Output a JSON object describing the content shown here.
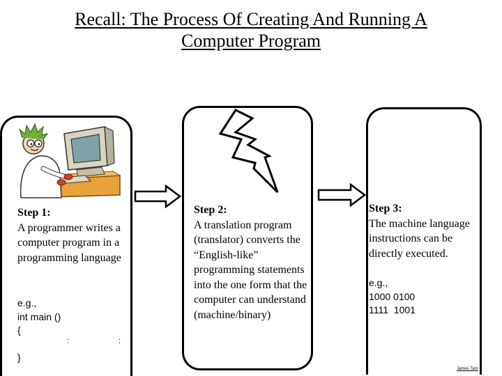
{
  "slide": {
    "title_line1": "Recall: The Process Of Creating And Running A",
    "title_line2": "Computer Program"
  },
  "steps": [
    {
      "head": "Step 1:",
      "body": "A programmer writes a computer program in a programming language",
      "code_label": "e.g.,",
      "code_lines": [
        "int main ()",
        "{",
        "}"
      ]
    },
    {
      "head": "Step 2:",
      "body": "A translation program (translator) converts the “English-like” programming statements into the one form that the computer can understand (machine/binary)"
    },
    {
      "head": "Step 3:",
      "body": "The machine language instructions can be directly executed.",
      "code_label": "e.g.,",
      "code_lines": [
        "1000 0100",
        "1111  1001"
      ]
    }
  ],
  "icons": {
    "programmer": "programmer-at-computer-icon",
    "lightning": "lightning-bolt-icon",
    "arrow": "right-arrow-icon"
  },
  "credit": "James Tam"
}
